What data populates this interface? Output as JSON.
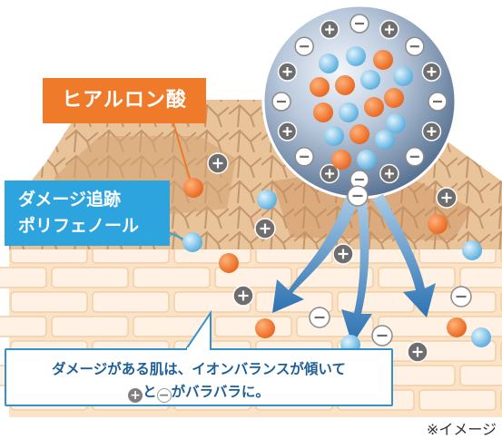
{
  "labels": {
    "hyaluronic_acid": "ヒアルロン酸",
    "polyphenol_line1": "ダメージ追跡",
    "polyphenol_line2": "ポリフェノール"
  },
  "callout": {
    "line1": "ダメージがある肌は、イオンバランスが傾いて",
    "plus_symbol": "+",
    "connector": "と",
    "minus_symbol": "−",
    "line2_suffix": "がバラバラに。"
  },
  "footnote": "※イメージ",
  "colors": {
    "orange_tag": "#ef7a2a",
    "blue_tag": "#2ea4df",
    "callout_text": "#1f5f98",
    "callout_border": "#3591c9",
    "skin": "#fbe3c8",
    "brick": "#fff2e4",
    "arrow_blue": "#3c82bd",
    "plus_ion": "#7a7a7a",
    "orange_particle": "#ef7a2a",
    "blue_particle": "#7cc4ea"
  },
  "icons": {
    "plus_ion": "plus-ion-icon",
    "minus_ion": "minus-ion-icon"
  }
}
